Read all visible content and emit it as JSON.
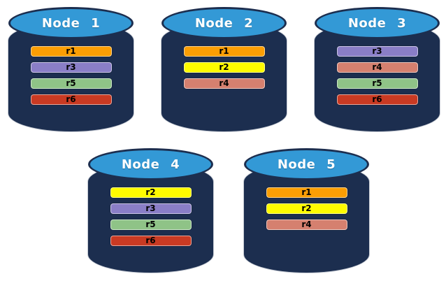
{
  "colors": {
    "background": "#ffffff",
    "cylinder_body": "#1C2E4F",
    "cylinder_top": "#3399D6",
    "node_title_text": "#ffffff",
    "bar_text": "#000000",
    "replica_colors": {
      "r1": "#FB9E04",
      "r2": "#FFFB00",
      "r3": "#8A7EC7",
      "r4": "#D5806F",
      "r5": "#8FC387",
      "r6": "#C93A23"
    }
  },
  "diagram": {
    "rows": [
      {
        "nodes": [
          {
            "label": "Node 1",
            "replicas": [
              "r1",
              "r3",
              "r5",
              "r6"
            ]
          },
          {
            "label": "Node 2",
            "replicas": [
              "r1",
              "r2",
              "r4"
            ]
          },
          {
            "label": "Node 3",
            "replicas": [
              "r3",
              "r4",
              "r5",
              "r6"
            ]
          }
        ]
      },
      {
        "nodes": [
          {
            "label": "Node 4",
            "replicas": [
              "r2",
              "r3",
              "r5",
              "r6"
            ]
          },
          {
            "label": "Node 5",
            "replicas": [
              "r1",
              "r2",
              "r4"
            ]
          }
        ]
      }
    ]
  }
}
